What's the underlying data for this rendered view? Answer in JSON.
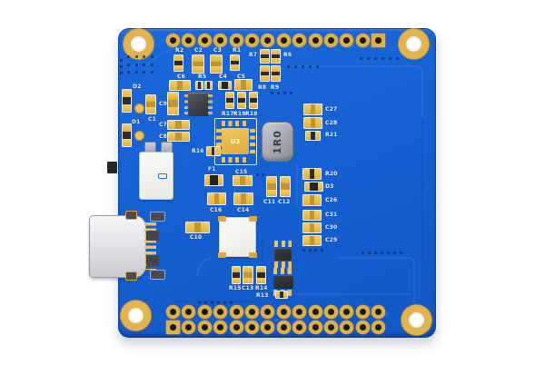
{
  "scene": {
    "description": "Blue printed circuit board module with USB-C and JST connectors",
    "background_color": "#ffffff",
    "board_color": "#1561d4",
    "pad_color": "#eec25a",
    "silkscreen_color": "#ffffff",
    "inductor_body_color": "#a6aab0",
    "mounting_hole_count": 4
  },
  "headers": {
    "top_count": 14,
    "bottom_rows": 2,
    "bottom_row_count": 14
  },
  "refs": {
    "r1": "R1",
    "r2": "R2",
    "r5": "R5",
    "r6": "R6",
    "r7": "R7",
    "r8": "R8",
    "r9": "R9",
    "r13": "R13",
    "r14": "R14",
    "r15": "R15",
    "r16": "R16",
    "r17": "R17",
    "r18": "R18",
    "r19": "R19",
    "r20": "R20",
    "r21": "R21",
    "c1": "C1",
    "c2": "C2",
    "c3": "C3",
    "c4": "C4",
    "c5": "C5",
    "c6": "C6",
    "c7": "C7",
    "c8": "C8",
    "c9": "C9",
    "c10": "C10",
    "c11": "C11",
    "c12": "C12",
    "c13": "C13",
    "c14": "C14",
    "c15": "C15",
    "c16": "C16",
    "c26": "C26",
    "c27": "C27",
    "c28": "C28",
    "c29": "C29",
    "c30": "C30",
    "c31": "C31",
    "d1": "D1",
    "d2": "D2",
    "d3": "D3",
    "f1": "F1",
    "u3": "U3",
    "l_1r0": "1R0"
  }
}
